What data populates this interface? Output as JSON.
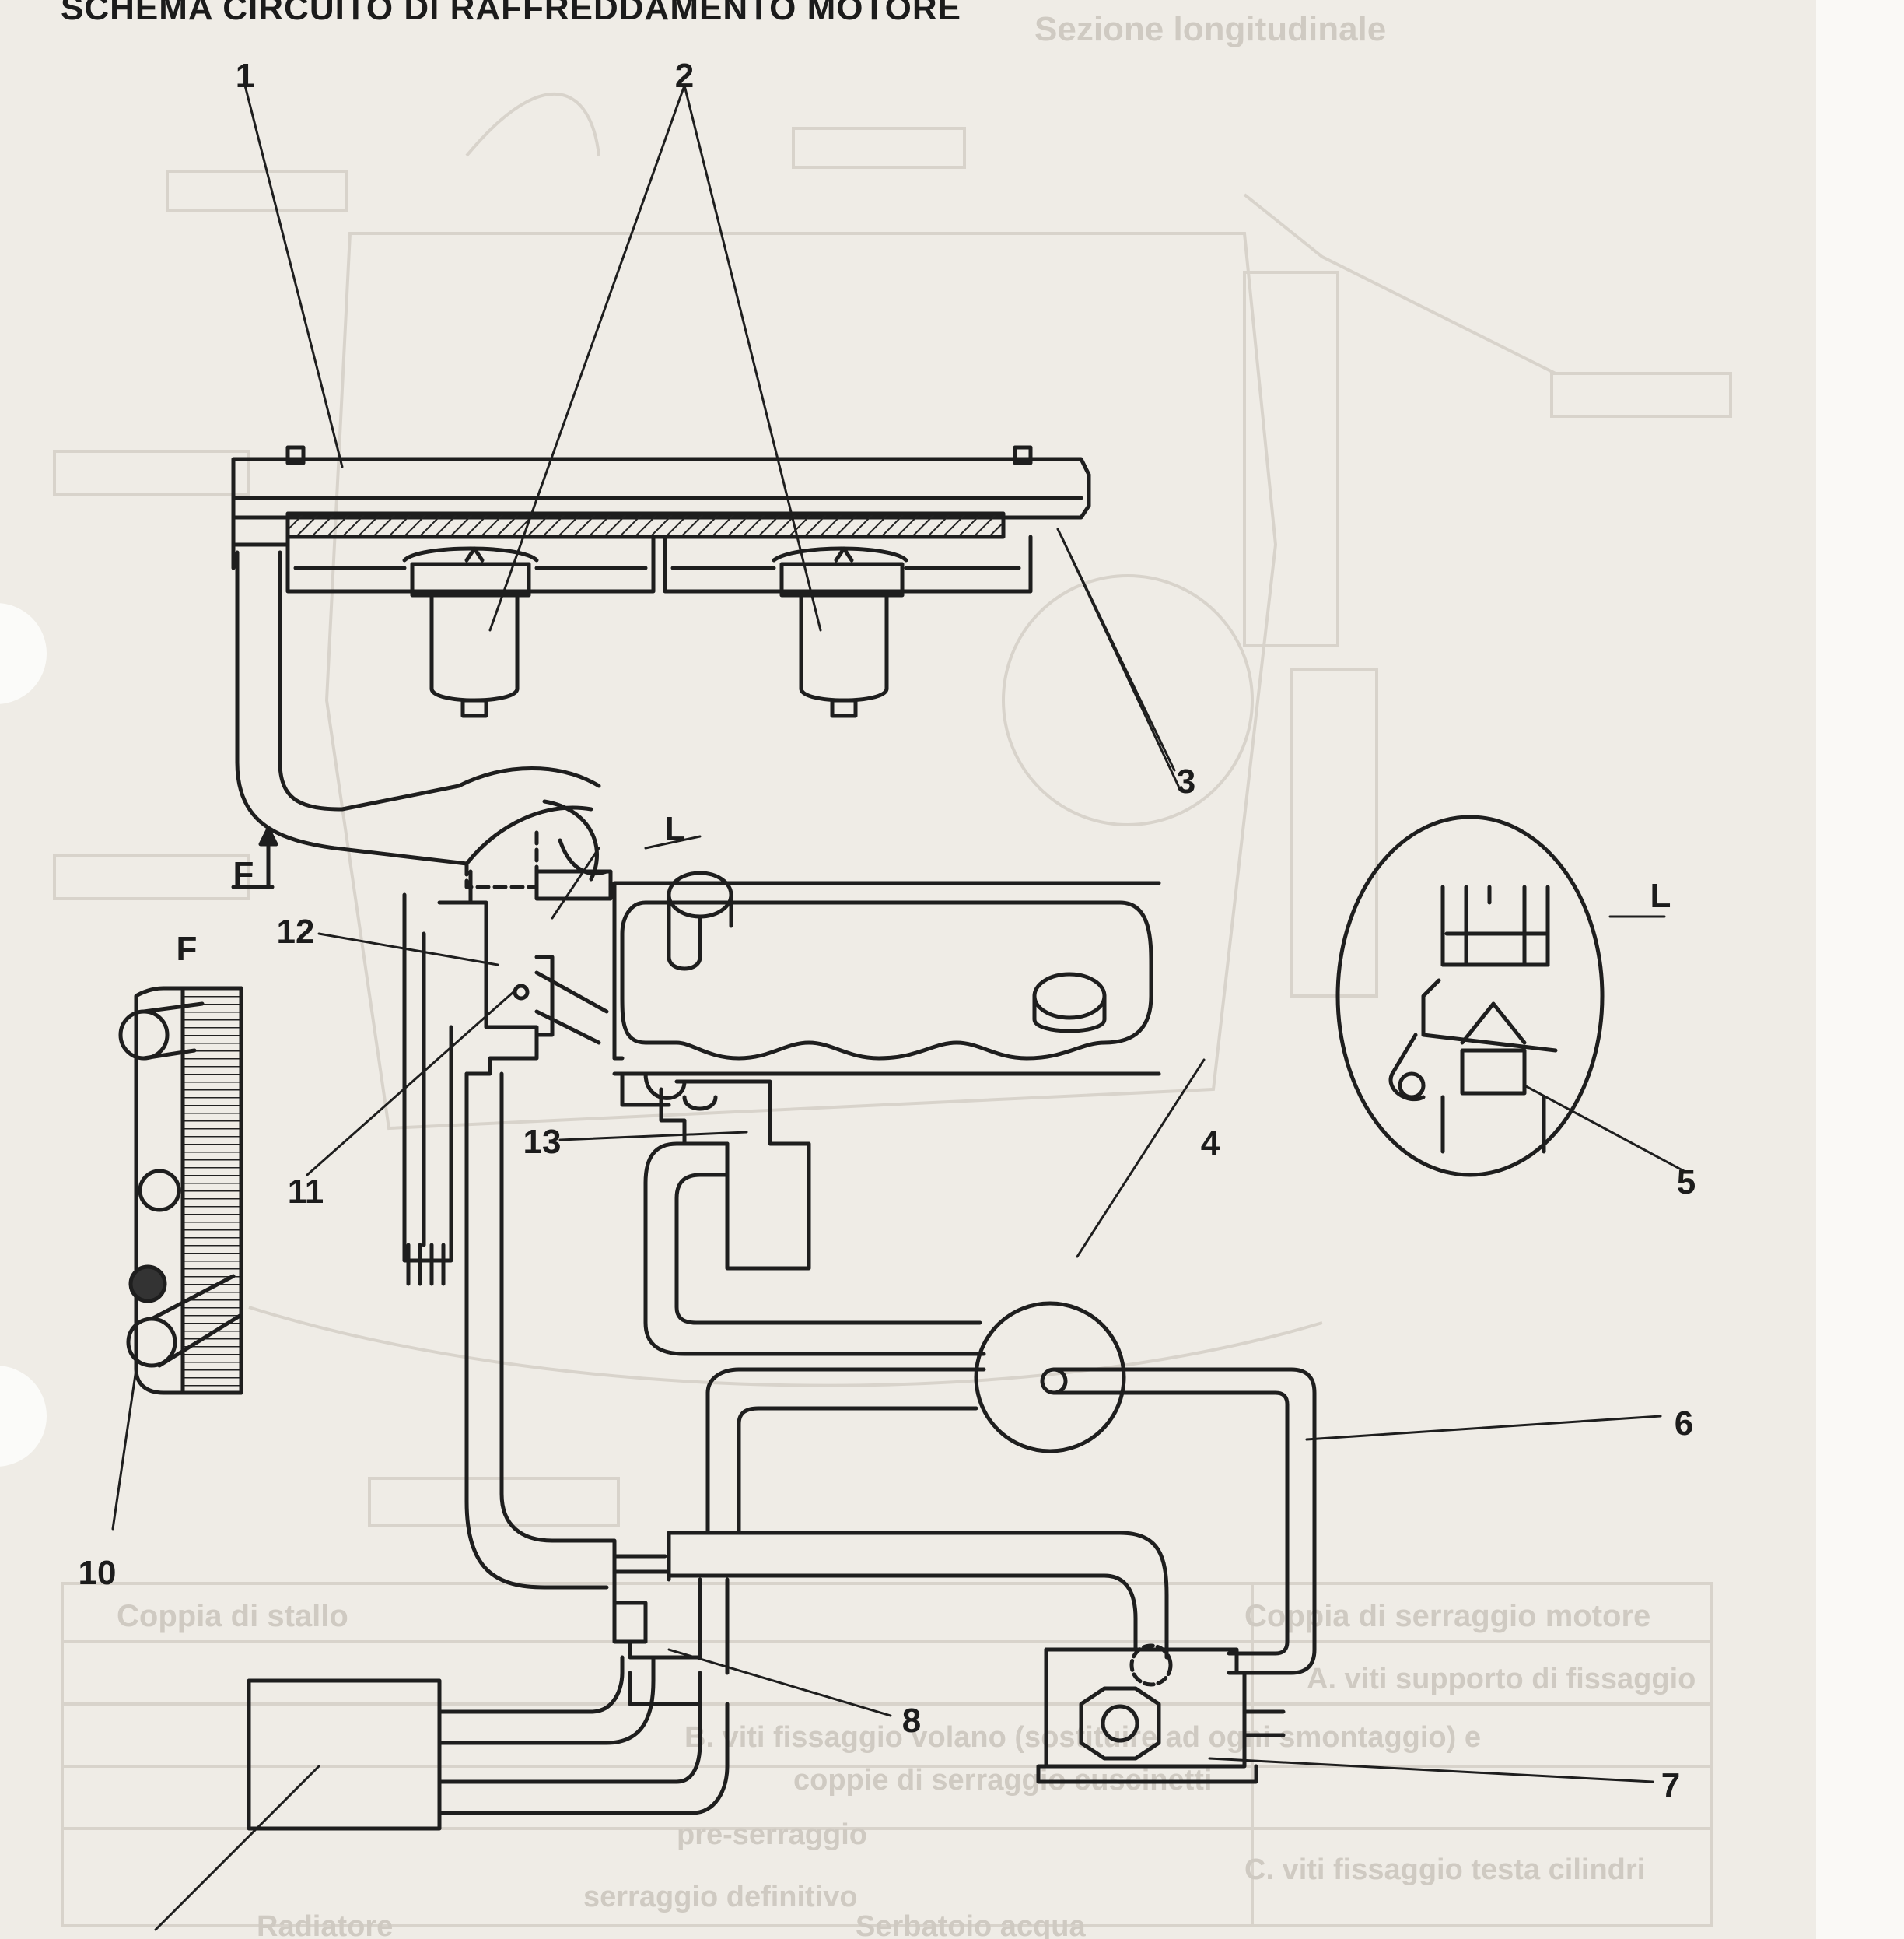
{
  "title": "SCHEMA CIRCUITO DI RAFFREDDAMENTO MOTORE",
  "callouts": {
    "c1": "1",
    "c2": "2",
    "c3": "3",
    "c4": "4",
    "c5": "5",
    "c6": "6",
    "c7": "7",
    "c8": "8",
    "c10": "10",
    "c11": "11",
    "c12": "12",
    "c13": "13",
    "detail_f_marker": "F",
    "detail_f_title": "F",
    "detail_l_marker": "L",
    "detail_l_title": "L"
  },
  "bleed_through": {
    "section_title": "Sezione longitudinale",
    "torque_header": "Coppia di serraggio motore",
    "torque_header_right": "Coppia di stallo",
    "row_a": "A. viti supporto di fissaggio",
    "row_b": "B. viti fissaggio volano (sostituire ad ogni smontaggio) e",
    "row_b2": "coppie di serraggio cuscinetti",
    "row_c": "C. viti fissaggio testa cilindri",
    "row_c_pre": "pre-serraggio",
    "row_c_final": "serraggio definitivo",
    "footer_left": "Radiatore",
    "footer_right": "Serbatoio acqua"
  }
}
